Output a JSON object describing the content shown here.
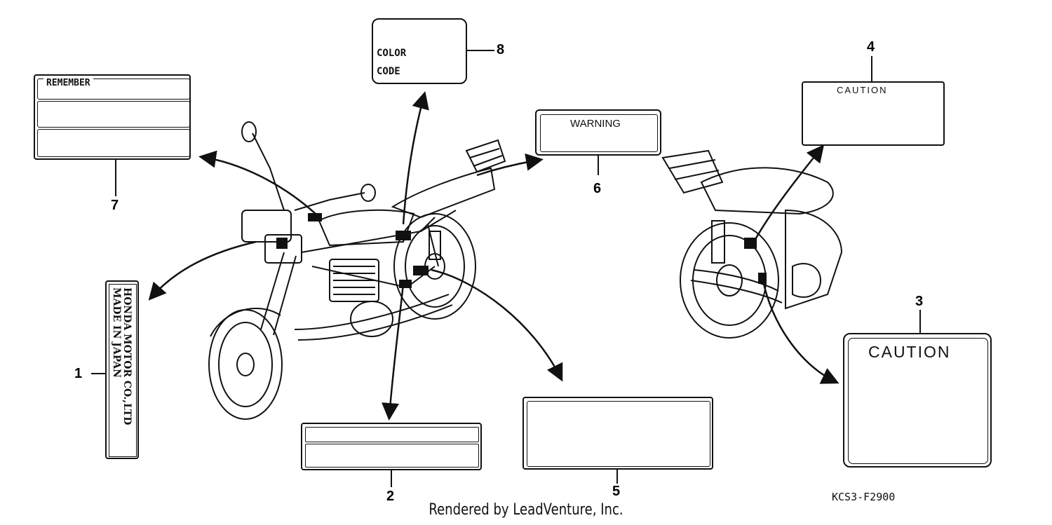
{
  "callouts": [
    "1",
    "2",
    "3",
    "4",
    "5",
    "6",
    "7",
    "8"
  ],
  "labels": {
    "l1": {
      "line1": "HONDA MOTOR CO.,LTD",
      "line2": "MADE IN JAPAN"
    },
    "l3": {
      "title": "CAUTION"
    },
    "l4": {
      "title": "CAUTION"
    },
    "l6": {
      "title": "WARNING"
    },
    "l7": {
      "title": "REMEMBER"
    },
    "l8": {
      "line1": "COLOR",
      "line2": "CODE"
    }
  },
  "diagram_code": "KCS3-F2900",
  "footer": "Rendered by LeadVenture, Inc."
}
